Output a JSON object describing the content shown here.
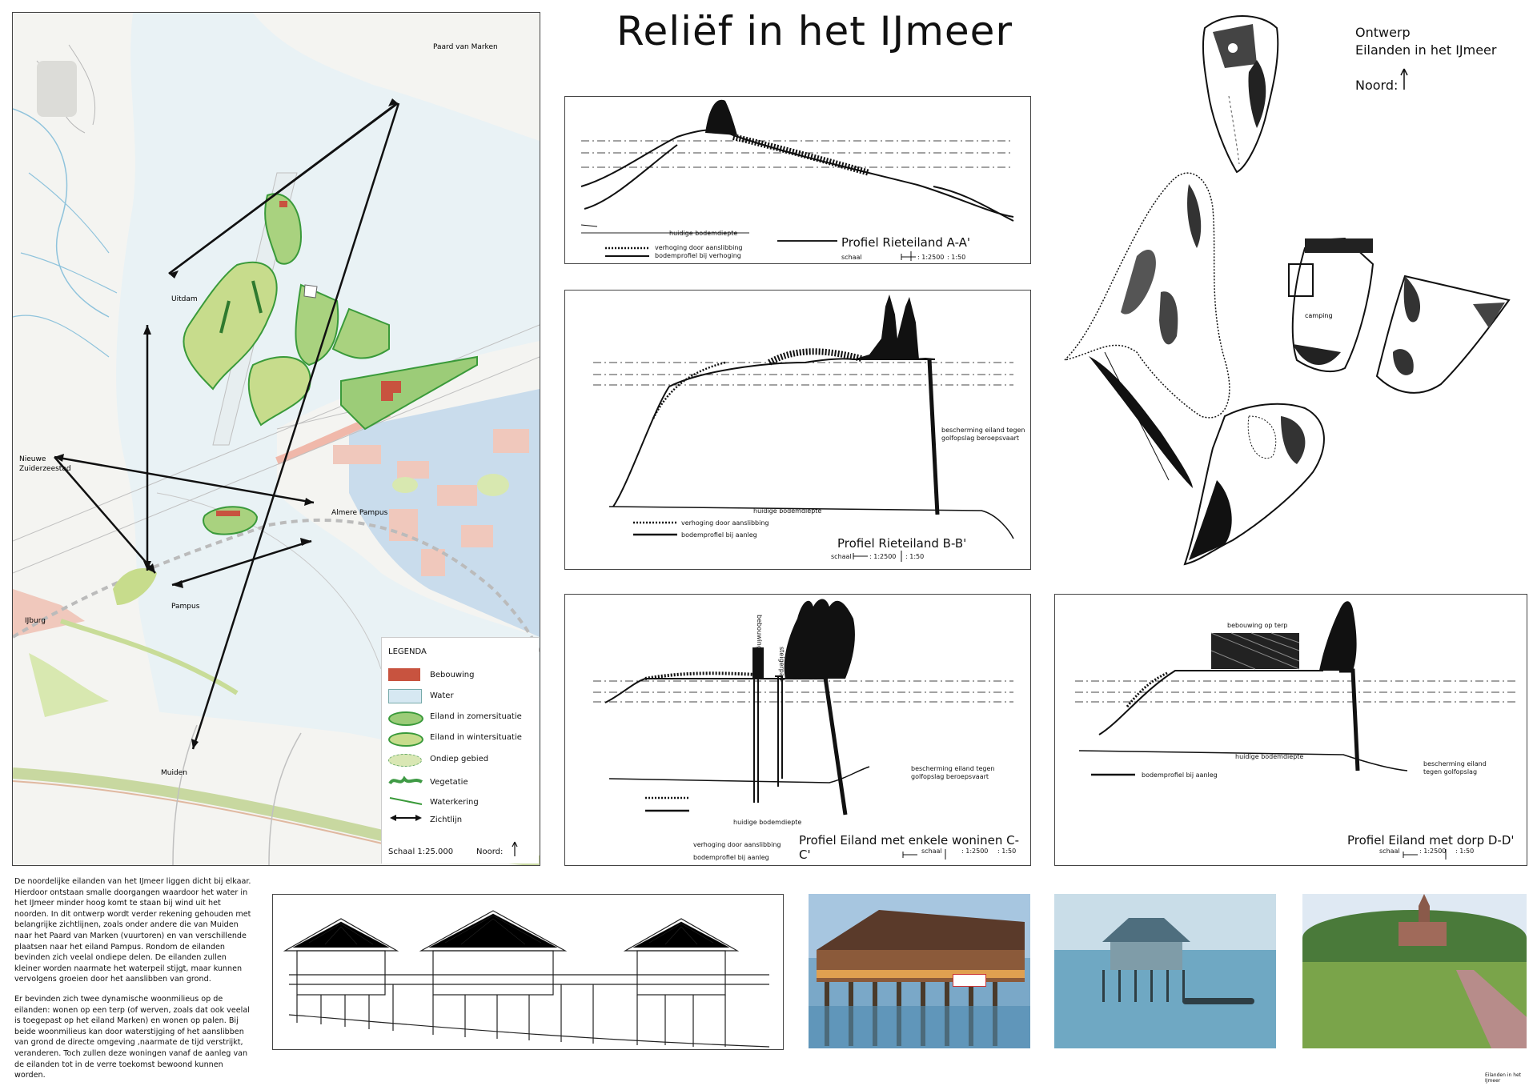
{
  "title": "Reliëf in het IJmeer",
  "design": {
    "label": "Ontwerp",
    "subtitle": "Eilanden in het IJmeer",
    "north": "Noord:"
  },
  "map": {
    "places": {
      "paard": "Paard van Marken",
      "uitdam": "Uitdam",
      "nieuwe1": "Nieuwe",
      "nieuwe2": "Zuiderzeestad",
      "almere": "Almere Pampus",
      "pampus": "Pampus",
      "ijburg": "IJburg",
      "muiden": "Muiden"
    },
    "legend": {
      "title": "LEGENDA",
      "items": [
        {
          "label": "Bebouwing",
          "color": "#c8533f"
        },
        {
          "label": "Water",
          "color": "#d6e8f2"
        },
        {
          "label": "Eiland in zomersituatie",
          "color": "#9ccc78"
        },
        {
          "label": "Eiland in wintersituatie",
          "color": "#c7dc8c"
        },
        {
          "label": "Ondiep gebied",
          "color": "#d9e7b4"
        },
        {
          "label": "Vegetatie",
          "color": "#3f9a45"
        },
        {
          "label": "Waterkering",
          "color": "#3a9a3a"
        },
        {
          "label": "Zichtlijn",
          "color": "#111111"
        }
      ],
      "scale": "Schaal 1:25.000",
      "north": "Noord:"
    }
  },
  "profiles": {
    "aa": {
      "title": "Profiel Rieteiland A-A'",
      "depth": "huidige bodemdiepte",
      "legend1": "verhoging door aanslibbing",
      "legend2": "bodemprofiel bij verhoging",
      "scale": "schaal",
      "s1": ": 1:2500",
      "s2": ": 1:50"
    },
    "bb": {
      "title": "Profiel Rieteiland B-B'",
      "depth": "huidige bodemdiepte",
      "legend1": "verhoging door aanslibbing",
      "legend2": "bodemprofiel bij aanleg",
      "protect1": "bescherming eiland tegen",
      "protect2": "golfopslag beroepsvaart",
      "scale": "schaal",
      "s1": ": 1:2500",
      "s2": ": 1:50"
    },
    "cc": {
      "title": "Profiel Eiland met enkele woninen C-C'",
      "depth": "huidige bodemdiepte",
      "legend1": "verhoging door aanslibbing",
      "legend2": "bodemprofiel bij aanleg",
      "protect1": "bescherming eiland tegen",
      "protect2": "golfopslag beroepsvaart",
      "building": "bebouwing",
      "path": "steigerpad",
      "scale": "schaal",
      "s1": ": 1:2500",
      "s2": ": 1:50"
    },
    "dd": {
      "title": "Profiel Eiland met dorp D-D'",
      "depth": "huidige bodemdiepte",
      "legend2": "bodemprofiel bij aanleg",
      "protect1": "bescherming eiland",
      "protect2": "tegen golfopslag",
      "building": "bebouwing op terp",
      "scale": "schaal",
      "s1": ": 1:2500",
      "s2": ": 1:50"
    }
  },
  "islands": {
    "camping": "camping"
  },
  "text": {
    "p1": "De noordelijke eilanden van het IJmeer liggen dicht bij elkaar. Hierdoor ontstaan smalle doorgangen waardoor het water in het IJmeer minder hoog komt te staan bij wind uit het noorden. In dit ontwerp wordt verder rekening gehouden met belangrijke zichtlijnen, zoals onder andere die van Muiden naar het Paard van Marken (vuurtoren) en van verschillende plaatsen naar het eiland Pampus. Rondom de eilanden bevinden zich veelal ondiepe delen. De eilanden zullen kleiner worden naarmate het waterpeil stijgt, maar kunnen vervolgens groeien door het aanslibben van grond.",
    "p2": "Er bevinden zich twee dynamische woonmilieus op de eilanden: wonen op een terp (of werven, zoals dat ook veelal is toegepast op het eiland Marken) en wonen op palen. Bij beide woonmilieus kan door waterstijging of het aanslibben van grond de directe omgeving ,naarmate de tijd verstrijkt, veranderen. Toch zullen deze woningen vanaf de aanleg van de eilanden tot in de verre toekomst bewoond kunnen worden."
  },
  "footer": "Eilanden in het IJmeer"
}
